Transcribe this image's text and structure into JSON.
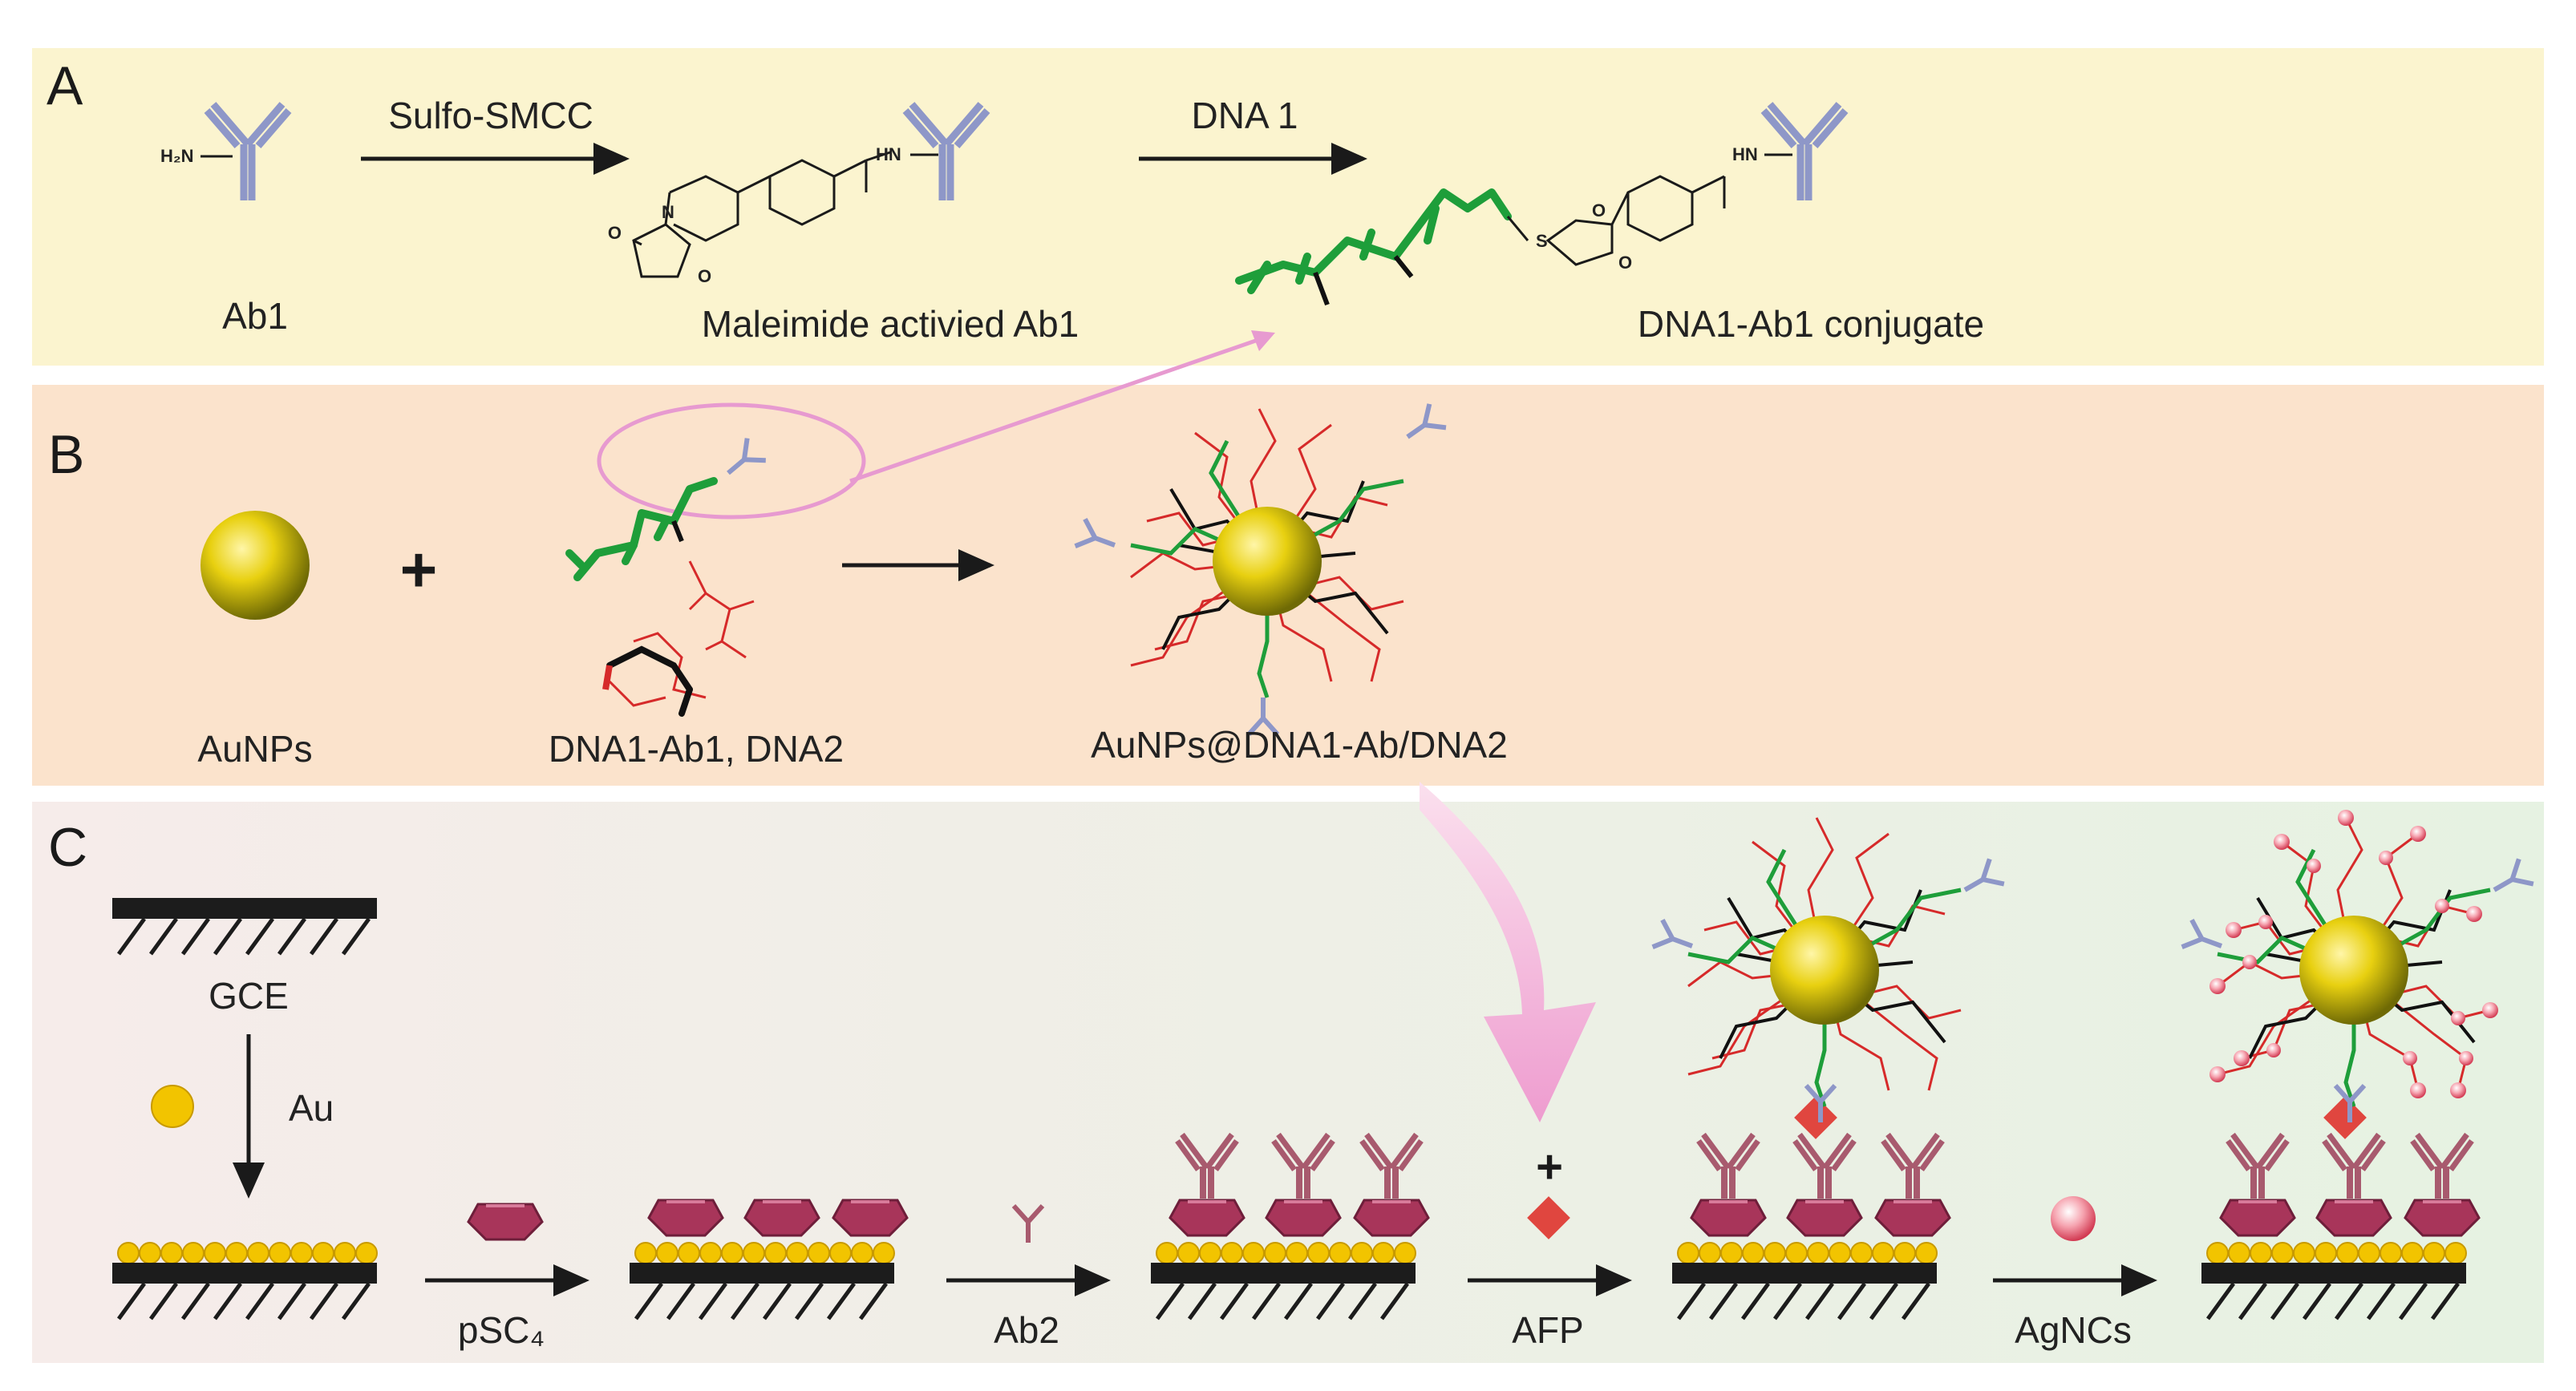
{
  "panels": {
    "a": {
      "letter": "A",
      "background": "#fbf4cf"
    },
    "b": {
      "letter": "B",
      "background": "#fbe3cc"
    },
    "c": {
      "letter": "C",
      "background": "#edf3e6"
    }
  },
  "panel_a": {
    "step1_reagent": "Sulfo-SMCC",
    "step2_reagent": "DNA 1",
    "ab1_label": "Ab1",
    "activated_label": "Maleimide activied Ab1",
    "conjugate_label": "DNA1-Ab1 conjugate",
    "amine_group": "H₂N",
    "imine_group": "HN",
    "ketone_o": "O",
    "sulfur": "S",
    "nitrogen": "N"
  },
  "panel_b": {
    "plus_sign": "+",
    "aunp_label": "AuNPs",
    "dna_label": "DNA1-Ab1, DNA2",
    "product_label": "AuNPs@DNA1-Ab/DNA2"
  },
  "panel_c": {
    "gce_label": "GCE",
    "au_label": "Au",
    "step1_label": "pSC₄",
    "step2_label": "Ab2",
    "step3_label": "AFP",
    "step4_label": "AgNCs",
    "plus_sign": "+"
  },
  "colors": {
    "antibody": "#8e97c8",
    "antibody2": "#a85a6e",
    "dna1": "#1e9e3a",
    "dna2": "#d62a2a",
    "gold": "#e8c600",
    "host_molecule": "#a8355a",
    "antigen": "#e0463f",
    "electrode": "#1c1c1c",
    "arrow_pink": "#f2a6d6"
  }
}
